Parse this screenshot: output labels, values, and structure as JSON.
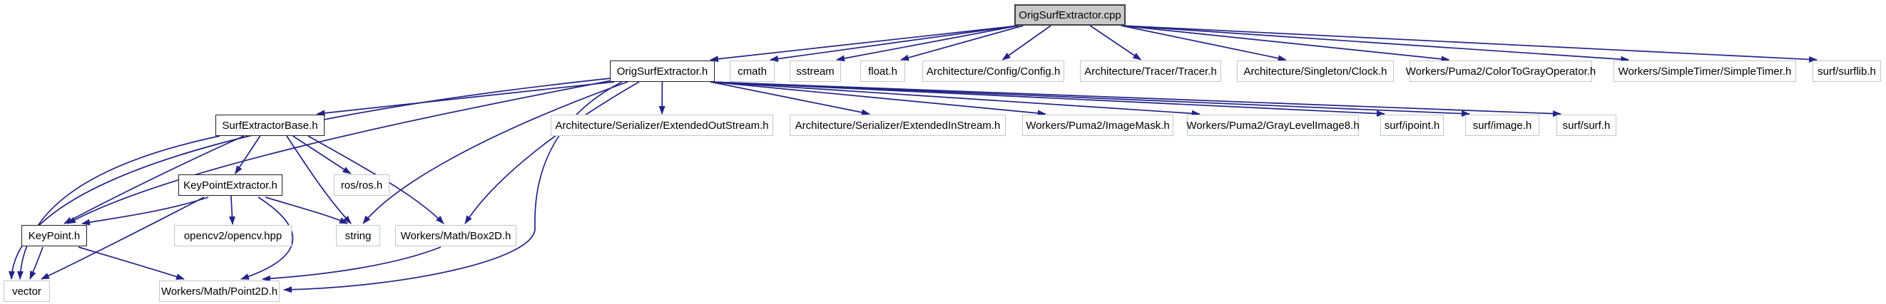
{
  "graph_title": "OrigSurfExtractor.cpp include dependency graph",
  "colors": {
    "edge": "#232388",
    "node_border": "#c2c6c9",
    "linked_node_border": "#1f1f1f",
    "main_node_fill": "#c9c9c9",
    "main_node_border": "#424242",
    "text": "#000000",
    "background": "#ffffff"
  },
  "nodes": [
    {
      "id": "cpp",
      "label": "OrigSurfExtractor.cpp",
      "kind": "main"
    },
    {
      "id": "h",
      "label": "OrigSurfExtractor.h",
      "kind": "linked"
    },
    {
      "id": "cmath",
      "label": "cmath",
      "kind": "plain"
    },
    {
      "id": "sstream",
      "label": "sstream",
      "kind": "plain"
    },
    {
      "id": "floath",
      "label": "float.h",
      "kind": "plain"
    },
    {
      "id": "config",
      "label": "Architecture/Config/Config.h",
      "kind": "plain"
    },
    {
      "id": "tracer",
      "label": "Architecture/Tracer/Tracer.h",
      "kind": "plain"
    },
    {
      "id": "clock",
      "label": "Architecture/Singleton/Clock.h",
      "kind": "plain"
    },
    {
      "id": "c2g",
      "label": "Workers/Puma2/ColorToGrayOperator.h",
      "kind": "plain"
    },
    {
      "id": "stimer",
      "label": "Workers/SimpleTimer/SimpleTimer.h",
      "kind": "plain"
    },
    {
      "id": "surflib",
      "label": "surf/surflib.h",
      "kind": "plain"
    },
    {
      "id": "base",
      "label": "SurfExtractorBase.h",
      "kind": "linked"
    },
    {
      "id": "extout",
      "label": "Architecture/Serializer/ExtendedOutStream.h",
      "kind": "plain"
    },
    {
      "id": "extin",
      "label": "Architecture/Serializer/ExtendedInStream.h",
      "kind": "plain"
    },
    {
      "id": "imask",
      "label": "Workers/Puma2/ImageMask.h",
      "kind": "plain"
    },
    {
      "id": "gray8",
      "label": "Workers/Puma2/GrayLevelImage8.h",
      "kind": "plain"
    },
    {
      "id": "ipoint",
      "label": "surf/ipoint.h",
      "kind": "plain"
    },
    {
      "id": "image",
      "label": "surf/image.h",
      "kind": "plain"
    },
    {
      "id": "surfh",
      "label": "surf/surf.h",
      "kind": "plain"
    },
    {
      "id": "kpe",
      "label": "KeyPointExtractor.h",
      "kind": "linked"
    },
    {
      "id": "ros",
      "label": "ros/ros.h",
      "kind": "plain"
    },
    {
      "id": "kp",
      "label": "KeyPoint.h",
      "kind": "linked"
    },
    {
      "id": "opencv",
      "label": "opencv2/opencv.hpp",
      "kind": "plain"
    },
    {
      "id": "string",
      "label": "string",
      "kind": "plain"
    },
    {
      "id": "box2d",
      "label": "Workers/Math/Box2D.h",
      "kind": "plain"
    },
    {
      "id": "vector",
      "label": "vector",
      "kind": "plain"
    },
    {
      "id": "point2d",
      "label": "Workers/Math/Point2D.h",
      "kind": "plain"
    }
  ],
  "edges": [
    {
      "from": "cpp",
      "to": "h"
    },
    {
      "from": "cpp",
      "to": "cmath"
    },
    {
      "from": "cpp",
      "to": "sstream"
    },
    {
      "from": "cpp",
      "to": "floath"
    },
    {
      "from": "cpp",
      "to": "config"
    },
    {
      "from": "cpp",
      "to": "tracer"
    },
    {
      "from": "cpp",
      "to": "clock"
    },
    {
      "from": "cpp",
      "to": "c2g"
    },
    {
      "from": "cpp",
      "to": "stimer"
    },
    {
      "from": "cpp",
      "to": "surflib"
    },
    {
      "from": "h",
      "to": "base"
    },
    {
      "from": "h",
      "to": "extout"
    },
    {
      "from": "h",
      "to": "extin"
    },
    {
      "from": "h",
      "to": "imask"
    },
    {
      "from": "h",
      "to": "gray8"
    },
    {
      "from": "h",
      "to": "ipoint"
    },
    {
      "from": "h",
      "to": "image"
    },
    {
      "from": "h",
      "to": "surfh"
    },
    {
      "from": "h",
      "to": "kp"
    },
    {
      "from": "h",
      "to": "vector"
    },
    {
      "from": "h",
      "to": "string"
    },
    {
      "from": "h",
      "to": "box2d"
    },
    {
      "from": "h",
      "to": "point2d"
    },
    {
      "from": "base",
      "to": "kpe"
    },
    {
      "from": "base",
      "to": "ros"
    },
    {
      "from": "base",
      "to": "kp"
    },
    {
      "from": "base",
      "to": "vector"
    },
    {
      "from": "base",
      "to": "string"
    },
    {
      "from": "base",
      "to": "box2d"
    },
    {
      "from": "kpe",
      "to": "kp"
    },
    {
      "from": "kpe",
      "to": "opencv"
    },
    {
      "from": "kpe",
      "to": "string"
    },
    {
      "from": "kpe",
      "to": "vector"
    },
    {
      "from": "kpe",
      "to": "point2d"
    },
    {
      "from": "kp",
      "to": "vector"
    },
    {
      "from": "kp",
      "to": "point2d"
    },
    {
      "from": "box2d",
      "to": "point2d"
    }
  ]
}
